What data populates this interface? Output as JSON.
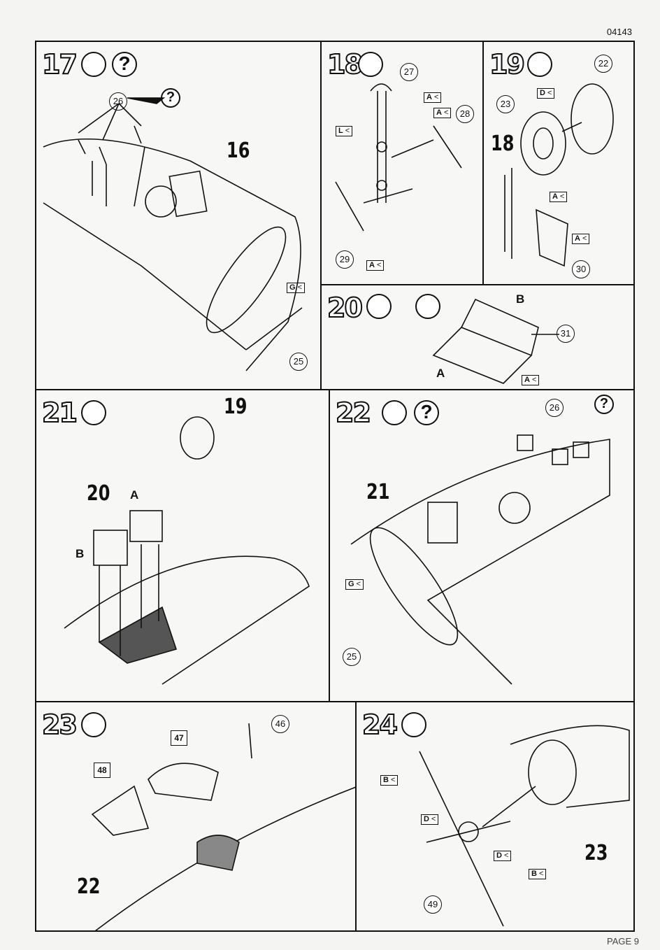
{
  "doc_code": "04143",
  "page_footer": "PAGE 9",
  "steps": [
    {
      "num": "17",
      "refs": [
        "26",
        "16",
        "25"
      ],
      "flags": [
        "G"
      ]
    },
    {
      "num": "18",
      "refs": [
        "27",
        "28",
        "29"
      ],
      "flags": [
        "A",
        "A",
        "L",
        "A"
      ]
    },
    {
      "num": "19",
      "refs": [
        "22",
        "23",
        "30"
      ],
      "big": "18",
      "flags": [
        "D",
        "A",
        "A"
      ]
    },
    {
      "num": "20",
      "refs": [
        "31"
      ],
      "letters": [
        "B",
        "A"
      ],
      "flags": [
        "A"
      ]
    },
    {
      "num": "21",
      "big": [
        "19",
        "20"
      ],
      "letters": [
        "A",
        "B"
      ]
    },
    {
      "num": "22",
      "refs": [
        "26",
        "25"
      ],
      "big": "21",
      "flags": [
        "G"
      ]
    },
    {
      "num": "23",
      "refs": [
        "46"
      ],
      "boxes": [
        "47",
        "48"
      ],
      "big": "22"
    },
    {
      "num": "24",
      "refs": [
        "49"
      ],
      "big": "23",
      "flags": [
        "B",
        "D",
        "D",
        "B"
      ]
    }
  ]
}
